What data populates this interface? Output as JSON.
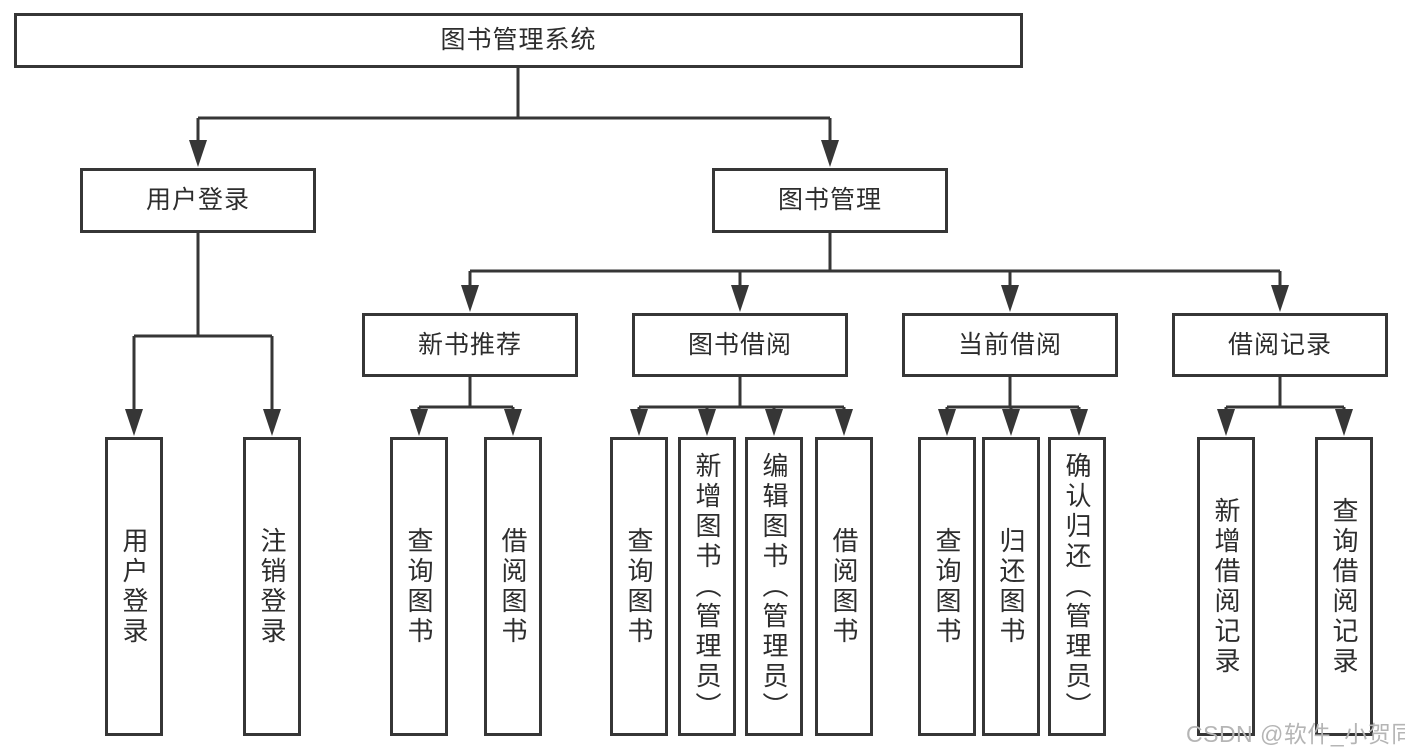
{
  "tree": {
    "root": "图书管理系统",
    "branches": [
      {
        "label": "用户登录",
        "leaves": [
          "用户登录",
          "注销登录"
        ]
      },
      {
        "label": "图书管理",
        "children": [
          {
            "label": "新书推荐",
            "leaves": [
              "查询图书",
              "借阅图书"
            ]
          },
          {
            "label": "图书借阅",
            "leaves": [
              "查询图书",
              "新增图书（管理员）",
              "编辑图书（管理员）",
              "借阅图书"
            ]
          },
          {
            "label": "当前借阅",
            "leaves": [
              "查询图书",
              "归还图书",
              "确认归还（管理员）"
            ]
          },
          {
            "label": "借阅记录",
            "leaves": [
              "新增借阅记录",
              "查询借阅记录"
            ]
          }
        ]
      }
    ]
  },
  "watermark": "CSDN @软件_小贺同学",
  "colors": {
    "line": "#363636",
    "text": "#2d2d2d",
    "watermark": "#b5b5b5",
    "background": "#ffffff"
  }
}
